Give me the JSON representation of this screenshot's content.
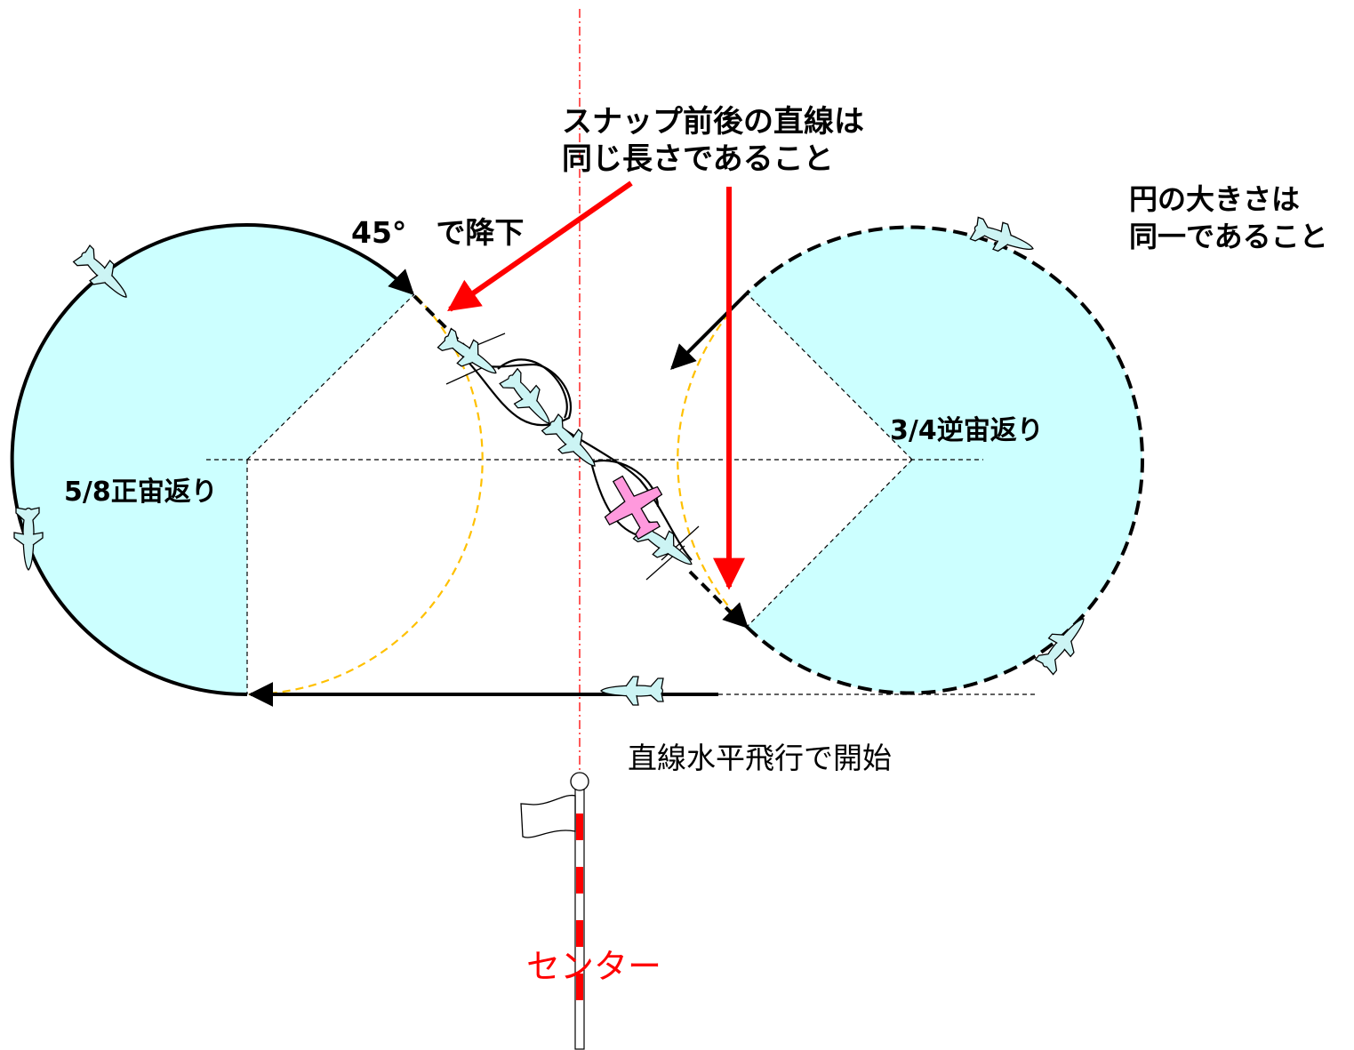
{
  "labels": {
    "snap_note_line1": "スナップ前後の直線は",
    "snap_note_line2": "同じ長さであること",
    "circle_note_line1": "円の大きさは",
    "circle_note_line2": "同一であること",
    "descend": "45°　で降下",
    "left_loop": "5/8正宙返り",
    "right_loop": "3/4逆宙返り",
    "start": "直線水平飛行で開始",
    "center": "センター"
  },
  "colors": {
    "loop_fill": "#ccffff",
    "annotation_arrow": "#ff0000",
    "center_text": "#ff0000",
    "center_line": "#ff0000",
    "guide_circle": "#ffc000",
    "aircraft_fill": "#ccf4f4",
    "snap_aircraft_fill": "#ff99dd",
    "path_stroke": "#000000"
  },
  "icons": {
    "aircraft": "plane-icon",
    "center_flag": "flag-icon",
    "center_pole": "pole-icon"
  }
}
